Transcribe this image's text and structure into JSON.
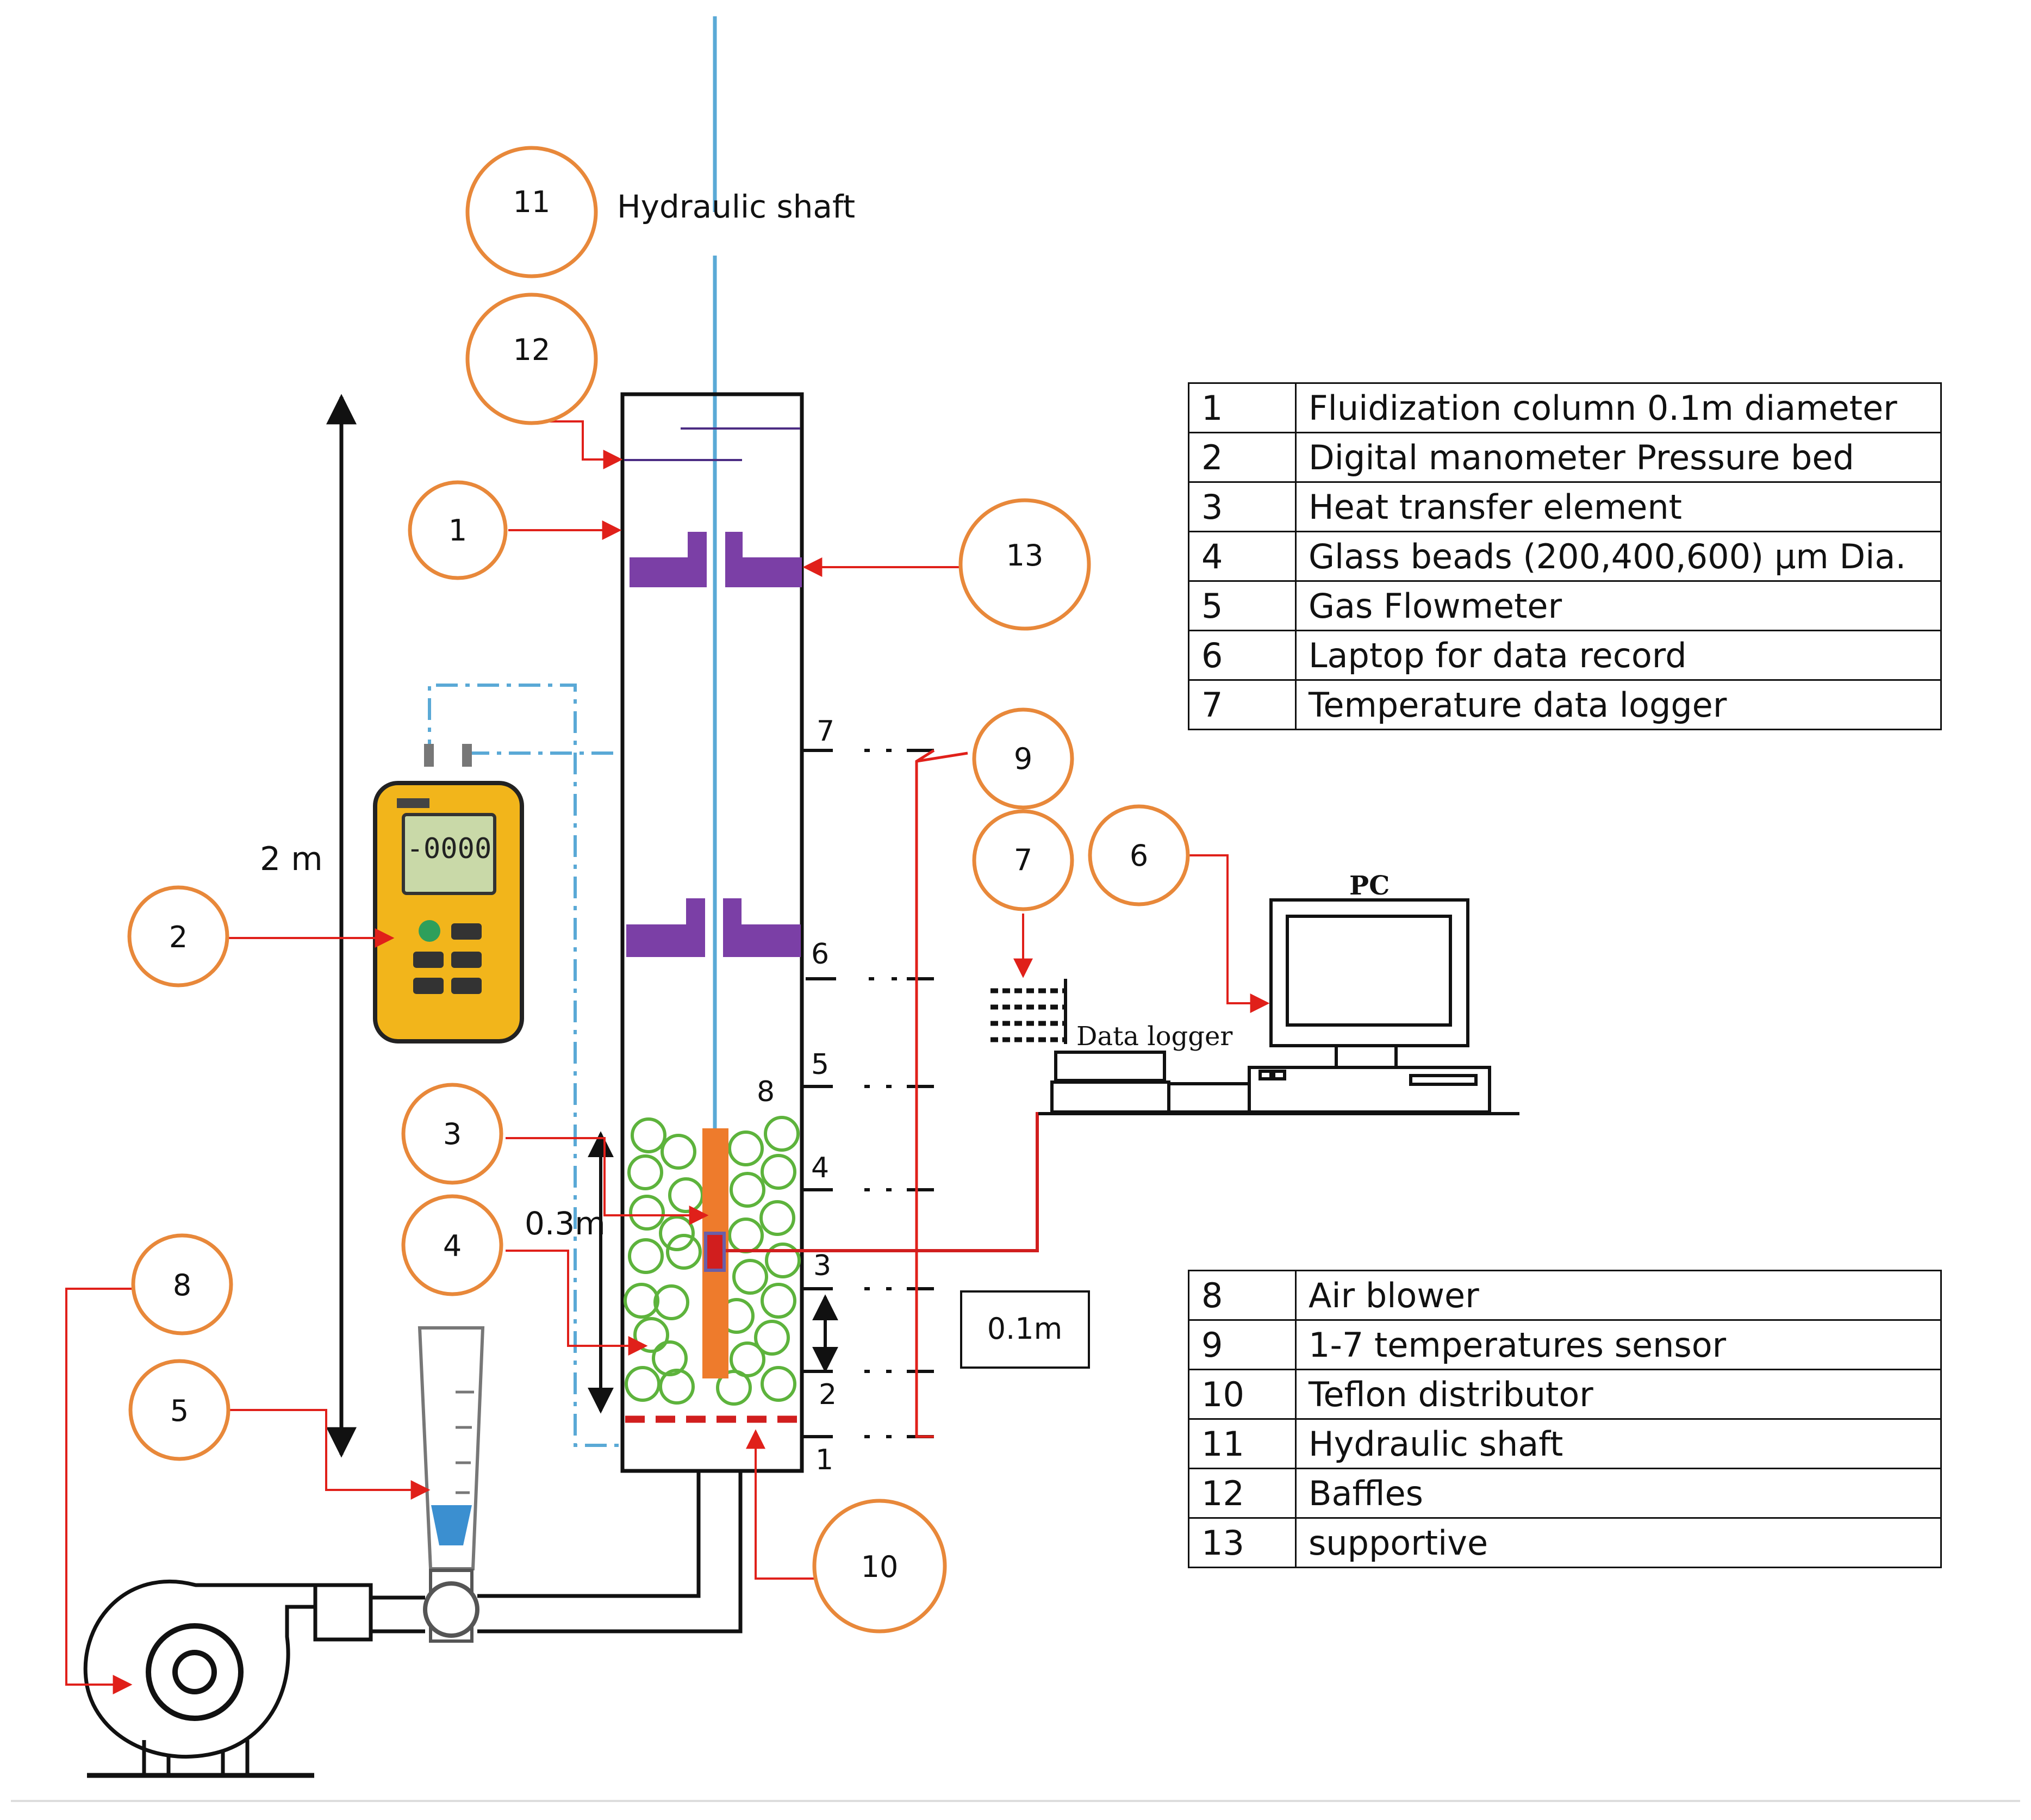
{
  "labels": {
    "hydraulic_shaft": "Hydraulic shaft",
    "height": "2 m",
    "bed_height": "0.3m",
    "spacing": "0.1m",
    "pc": "PC",
    "data_logger": "Data logger",
    "manometer_display": "-0000"
  },
  "callouts": [
    {
      "id": "1",
      "label": "1"
    },
    {
      "id": "2",
      "label": "2"
    },
    {
      "id": "3",
      "label": "3"
    },
    {
      "id": "4",
      "label": "4"
    },
    {
      "id": "5",
      "label": "5"
    },
    {
      "id": "6",
      "label": "6"
    },
    {
      "id": "7",
      "label": "7"
    },
    {
      "id": "8",
      "label": "8"
    },
    {
      "id": "9",
      "label": "9"
    },
    {
      "id": "10",
      "label": "10"
    },
    {
      "id": "11",
      "label": "11"
    },
    {
      "id": "12",
      "label": "12"
    },
    {
      "id": "13",
      "label": "13"
    }
  ],
  "sensor_labels": [
    "1",
    "2",
    "3",
    "4",
    "5",
    "6",
    "7"
  ],
  "bead_label": "8",
  "legend_a": [
    {
      "num": "1",
      "desc": "Fluidization column 0.1m diameter"
    },
    {
      "num": "2",
      "desc": "Digital manometer Pressure bed"
    },
    {
      "num": "3",
      "desc": "Heat transfer element"
    },
    {
      "num": "4",
      "desc": "Glass beads (200,400,600) µm Dia."
    },
    {
      "num": "5",
      "desc": "Gas Flowmeter"
    },
    {
      "num": "6",
      "desc": "Laptop for data record"
    },
    {
      "num": "7",
      "desc": "Temperature data logger"
    }
  ],
  "legend_b": [
    {
      "num": "8",
      "desc": "Air blower"
    },
    {
      "num": "9",
      "desc": "1-7 temperatures sensor"
    },
    {
      "num": "10",
      "desc": "Teflon distributor"
    },
    {
      "num": "11",
      "desc": "Hydraulic shaft"
    },
    {
      "num": "12",
      "desc": "Baffles"
    },
    {
      "num": "13",
      "desc": "supportive"
    }
  ],
  "colors": {
    "callout_ring": "#E8883A",
    "arrow": "#E0201A",
    "shaft": "#5AA9D6",
    "baffle": "#7B3FA6",
    "bead": "#5DB33C",
    "element": "#EE7B2C",
    "manometer_body": "#F2B51B",
    "manometer_screen": "#C9D9A8"
  }
}
